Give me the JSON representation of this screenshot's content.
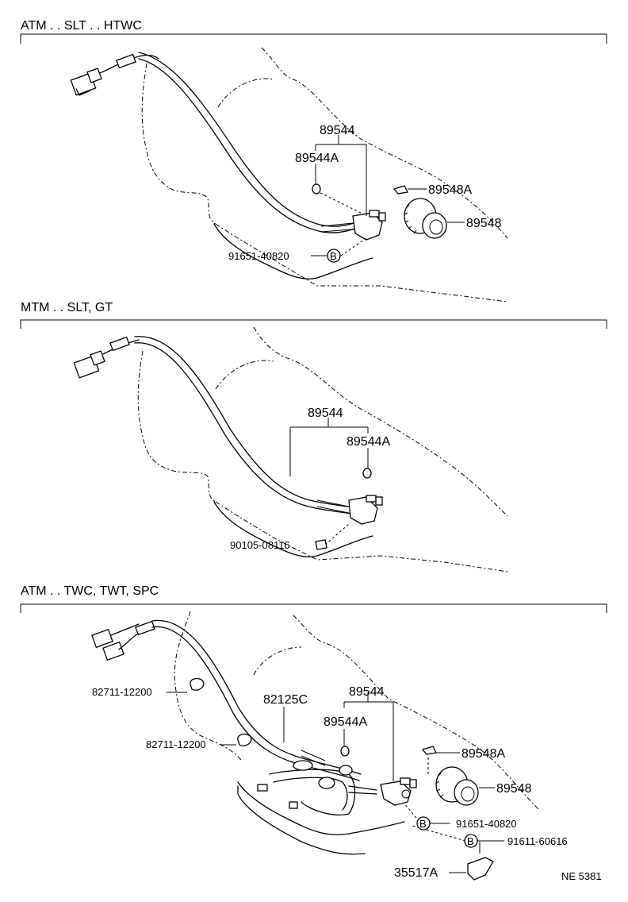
{
  "sections": [
    {
      "title": "ATM . . SLT . . HTWC",
      "labels": {
        "p89544": "89544",
        "p89544A": "89544A",
        "p89548A": "89548A",
        "p89548": "89548",
        "p91651": "91651-40820",
        "circle_b": "B"
      }
    },
    {
      "title": "MTM . . SLT, GT",
      "labels": {
        "p89544": "89544",
        "p89544A": "89544A",
        "p90105": "90105-08116"
      }
    },
    {
      "title": "ATM . . TWC, TWT, SPC",
      "labels": {
        "p82711a": "82711-12200",
        "p82711b": "82711-12200",
        "p82125C": "82125C",
        "p89544": "89544",
        "p89544A": "89544A",
        "p89548A": "89548A",
        "p89548": "89548",
        "p91651": "91651-40820",
        "p91611": "91611-60616",
        "p35517A": "35517A",
        "circle_b1": "B",
        "circle_b2": "B"
      }
    }
  ],
  "footer_code": "NE  5381"
}
